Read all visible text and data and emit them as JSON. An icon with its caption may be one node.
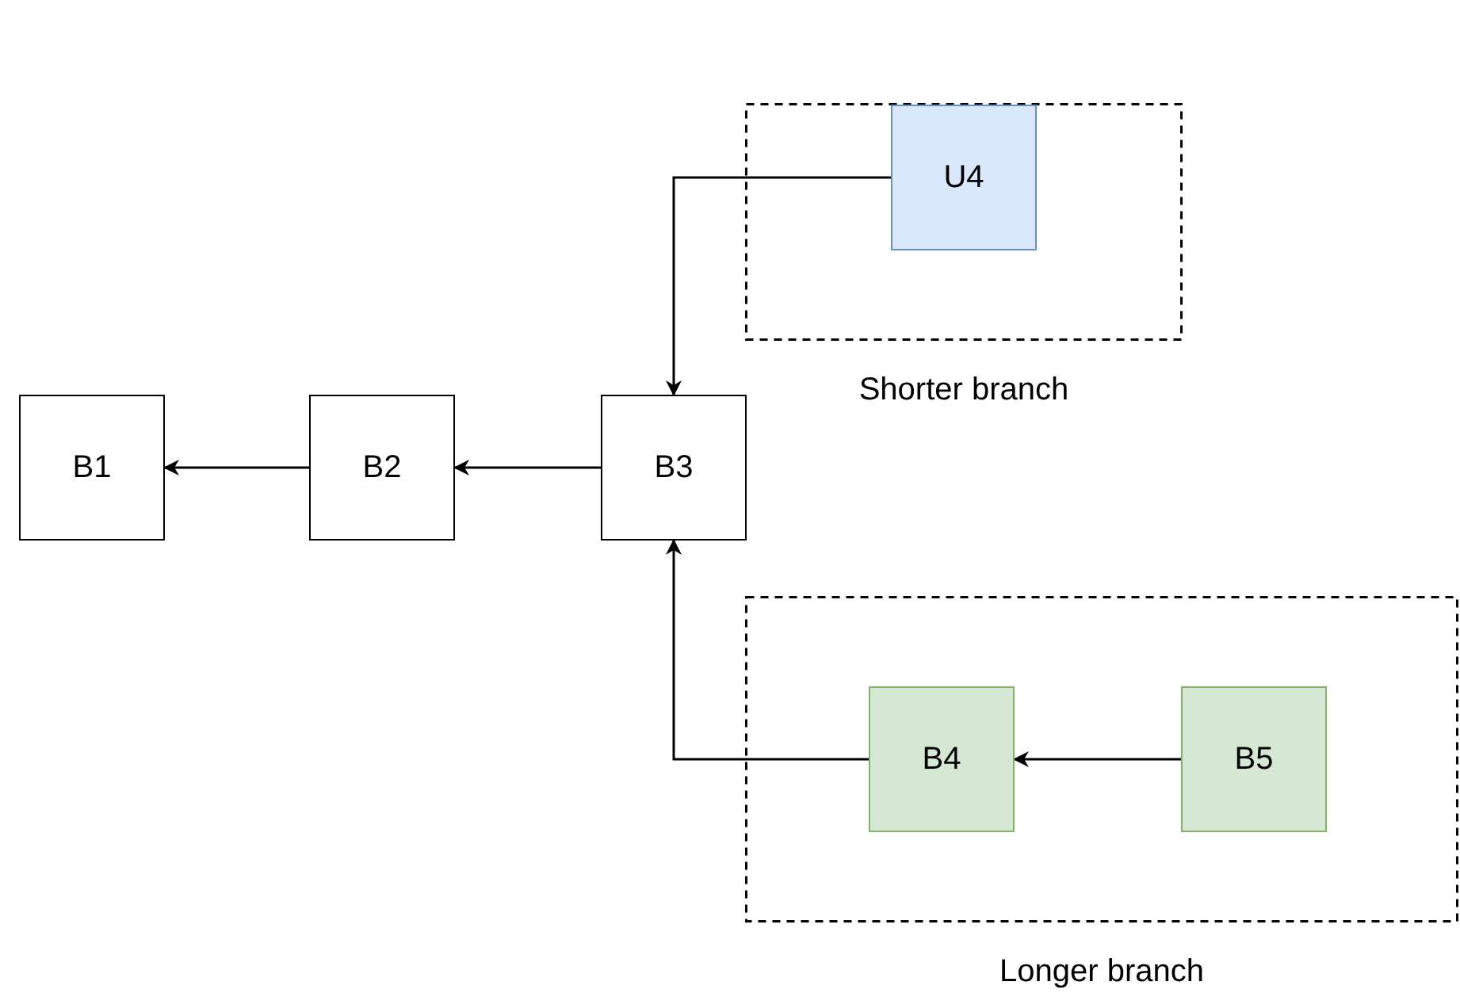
{
  "diagram": {
    "nodes": [
      {
        "text": [
          "Shorter branch"
        ]
      },
      {
        "text": [
          "U4"
        ],
        "in": 0
      },
      {
        "text": [
          "B1"
        ]
      },
      {
        "text": [
          "B2"
        ]
      },
      {
        "text": [
          "B3"
        ]
      },
      {
        "text": [
          "Longer branch"
        ]
      },
      {
        "text": [
          "B4"
        ],
        "in": 5
      },
      {
        "text": [
          "B5"
        ],
        "in": 5
      }
    ],
    "edges": [
      {
        "from": 1,
        "to": 4,
        "arrow": "to"
      },
      {
        "from": 4,
        "to": 3,
        "arrow": "to"
      },
      {
        "from": 3,
        "to": 2,
        "arrow": "to"
      },
      {
        "from": 6,
        "to": 4,
        "arrow": "to"
      },
      {
        "from": 7,
        "to": 6,
        "arrow": "to"
      }
    ]
  }
}
